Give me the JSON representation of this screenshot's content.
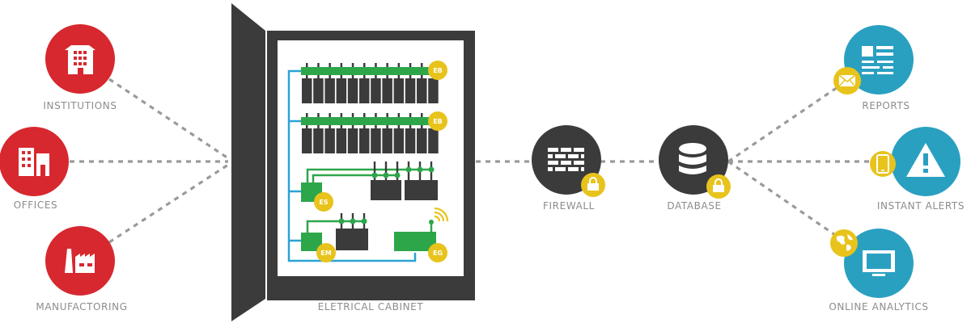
{
  "colors": {
    "red": "#d7282f",
    "blue": "#2aa0c1",
    "dark": "#3b3b3b",
    "green": "#2da64a",
    "yellow": "#e8c31c",
    "wire": "#2ba3d5",
    "connector": "#9a9a9a",
    "label": "#8c8c8c"
  },
  "sources": [
    {
      "label": "INSTITUTIONS",
      "icon": "building-icon"
    },
    {
      "label": "OFFICES",
      "icon": "office-buildings-icon"
    },
    {
      "label": "MANUFACTORING",
      "icon": "factory-icon"
    }
  ],
  "cabinet": {
    "label": "ELETRICAL CABINET",
    "badges": {
      "bus1": "EB",
      "bus2": "EB",
      "sub": "ES",
      "meter": "EM",
      "gateway": "EG"
    }
  },
  "network": {
    "firewall": {
      "label": "FIREWALL",
      "icon": "brick-wall-icon",
      "badge_icon": "lock-icon"
    },
    "database": {
      "label": "DATABASE",
      "icon": "database-icon",
      "badge_icon": "lock-icon"
    }
  },
  "outputs": [
    {
      "label": "REPORTS",
      "icon": "report-document-icon",
      "badge_icon": "envelope-icon"
    },
    {
      "label": "INSTANT ALERTS",
      "icon": "warning-triangle-icon",
      "badge_icon": "smartphone-icon"
    },
    {
      "label": "ONLINE ANALYTICS",
      "icon": "monitor-icon",
      "badge_icon": "globe-icon"
    }
  ]
}
